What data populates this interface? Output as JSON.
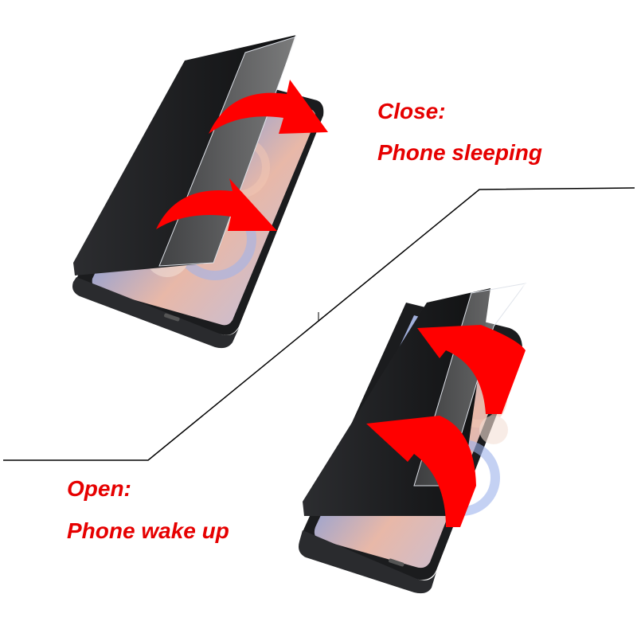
{
  "captions": {
    "close_title": "Close:",
    "close_desc": "Phone sleeping",
    "open_title": "Open:",
    "open_desc": "Phone wake up"
  },
  "colors": {
    "caption": "#e60000",
    "arrow": "#ff0000",
    "cover": "#1c1d1f",
    "divider": "#000000"
  },
  "icons": {
    "close_arrows": "curved-arrow-right",
    "open_arrows": "curved-arrow-up"
  }
}
